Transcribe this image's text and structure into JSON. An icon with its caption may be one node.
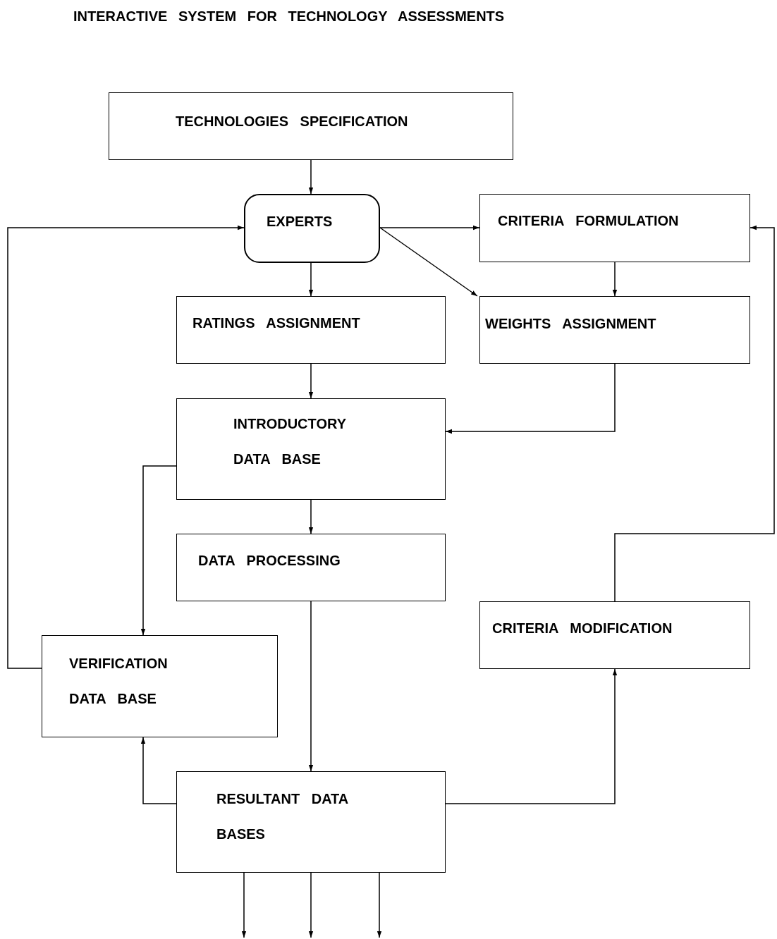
{
  "diagram": {
    "title": "INTERACTIVE SYSTEM FOR TECHNOLOGY ASSESSMENTS",
    "nodes": [
      {
        "text": [
          "TECHNOLOGIES SPECIFICATION"
        ]
      },
      {
        "text": [
          "EXPERTS"
        ]
      },
      {
        "text": [
          "CRITERIA FORMULATION"
        ]
      },
      {
        "text": [
          "RATINGS ASSIGNMENT"
        ]
      },
      {
        "text": [
          "WEIGHTS ASSIGNMENT"
        ]
      },
      {
        "text": [
          "INTRODUCTORY DATA BASE"
        ]
      },
      {
        "text": [
          "DATA PROCESSING"
        ]
      },
      {
        "text": [
          "CRITERIA MODIFICATION"
        ]
      },
      {
        "text": [
          "VERIFICATION DATA BASE"
        ]
      },
      {
        "text": [
          "RESULTANT DATA BASES"
        ]
      }
    ],
    "edges": [
      {
        "from": 0,
        "to": 1,
        "arrow": "to"
      },
      {
        "from": 1,
        "to": 2,
        "arrow": "to"
      },
      {
        "from": 1,
        "to": 4,
        "arrow": "to"
      },
      {
        "from": 1,
        "to": 3,
        "arrow": "to"
      },
      {
        "from": 2,
        "to": 4,
        "arrow": "to"
      },
      {
        "from": 3,
        "to": 5,
        "arrow": "to"
      },
      {
        "from": 4,
        "to": 5,
        "arrow": "to"
      },
      {
        "from": 5,
        "to": 6,
        "arrow": "to"
      },
      {
        "from": 5,
        "to": 8,
        "arrow": "to"
      },
      {
        "from": 6,
        "to": 9,
        "arrow": "to"
      },
      {
        "from": 8,
        "to": 1,
        "arrow": "to"
      },
      {
        "from": 9,
        "to": 8,
        "arrow": "to"
      },
      {
        "from": 9,
        "to": 7,
        "arrow": "to"
      },
      {
        "from": 7,
        "to": 2,
        "arrow": "to"
      },
      {
        "from": 9,
        "to": null,
        "arrow": "to"
      },
      {
        "from": 9,
        "to": null,
        "arrow": "to"
      },
      {
        "from": 9,
        "to": null,
        "arrow": "to"
      }
    ]
  }
}
